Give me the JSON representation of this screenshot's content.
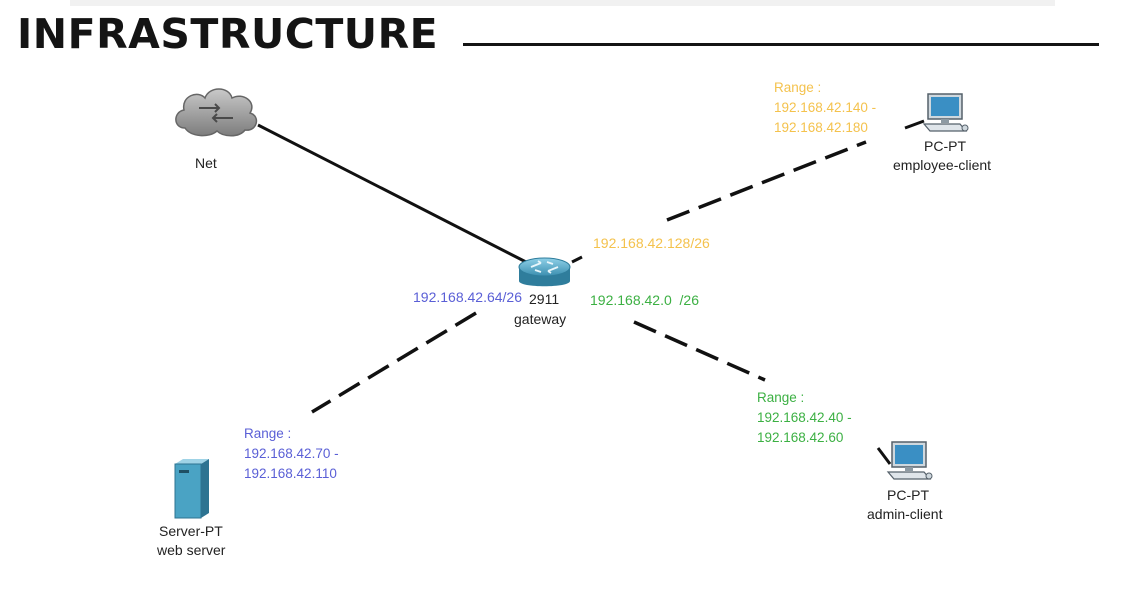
{
  "title": "INFRASTRUCTURE",
  "colors": {
    "yellow": "#f4c24d",
    "green": "#3cb043",
    "blue": "#5a5fd6",
    "link": "#111111"
  },
  "nodes": {
    "net": {
      "icon": "cloud-icon",
      "label": "Net"
    },
    "gateway": {
      "icon": "router-icon",
      "model": "2911",
      "name": "gateway"
    },
    "employee": {
      "icon": "pc-icon",
      "model": "PC-PT",
      "name": "employee-client"
    },
    "admin": {
      "icon": "pc-icon",
      "model": "PC-PT",
      "name": "admin-client"
    },
    "server": {
      "icon": "server-icon",
      "model": "Server-PT",
      "name": "web server"
    }
  },
  "subnets": {
    "employee": "192.168.42.128/26",
    "admin": "192.168.42.0  /26",
    "server": "192.168.42.64/26"
  },
  "ranges": {
    "employee": {
      "label": "Range :",
      "start": "192.168.42.140 -",
      "end": "192.168.42.180"
    },
    "admin": {
      "label": "Range :",
      "start": "192.168.42.40 -",
      "end": "192.168.42.60"
    },
    "server": {
      "label": "Range :",
      "start": "192.168.42.70 -",
      "end": "192.168.42.110"
    }
  }
}
